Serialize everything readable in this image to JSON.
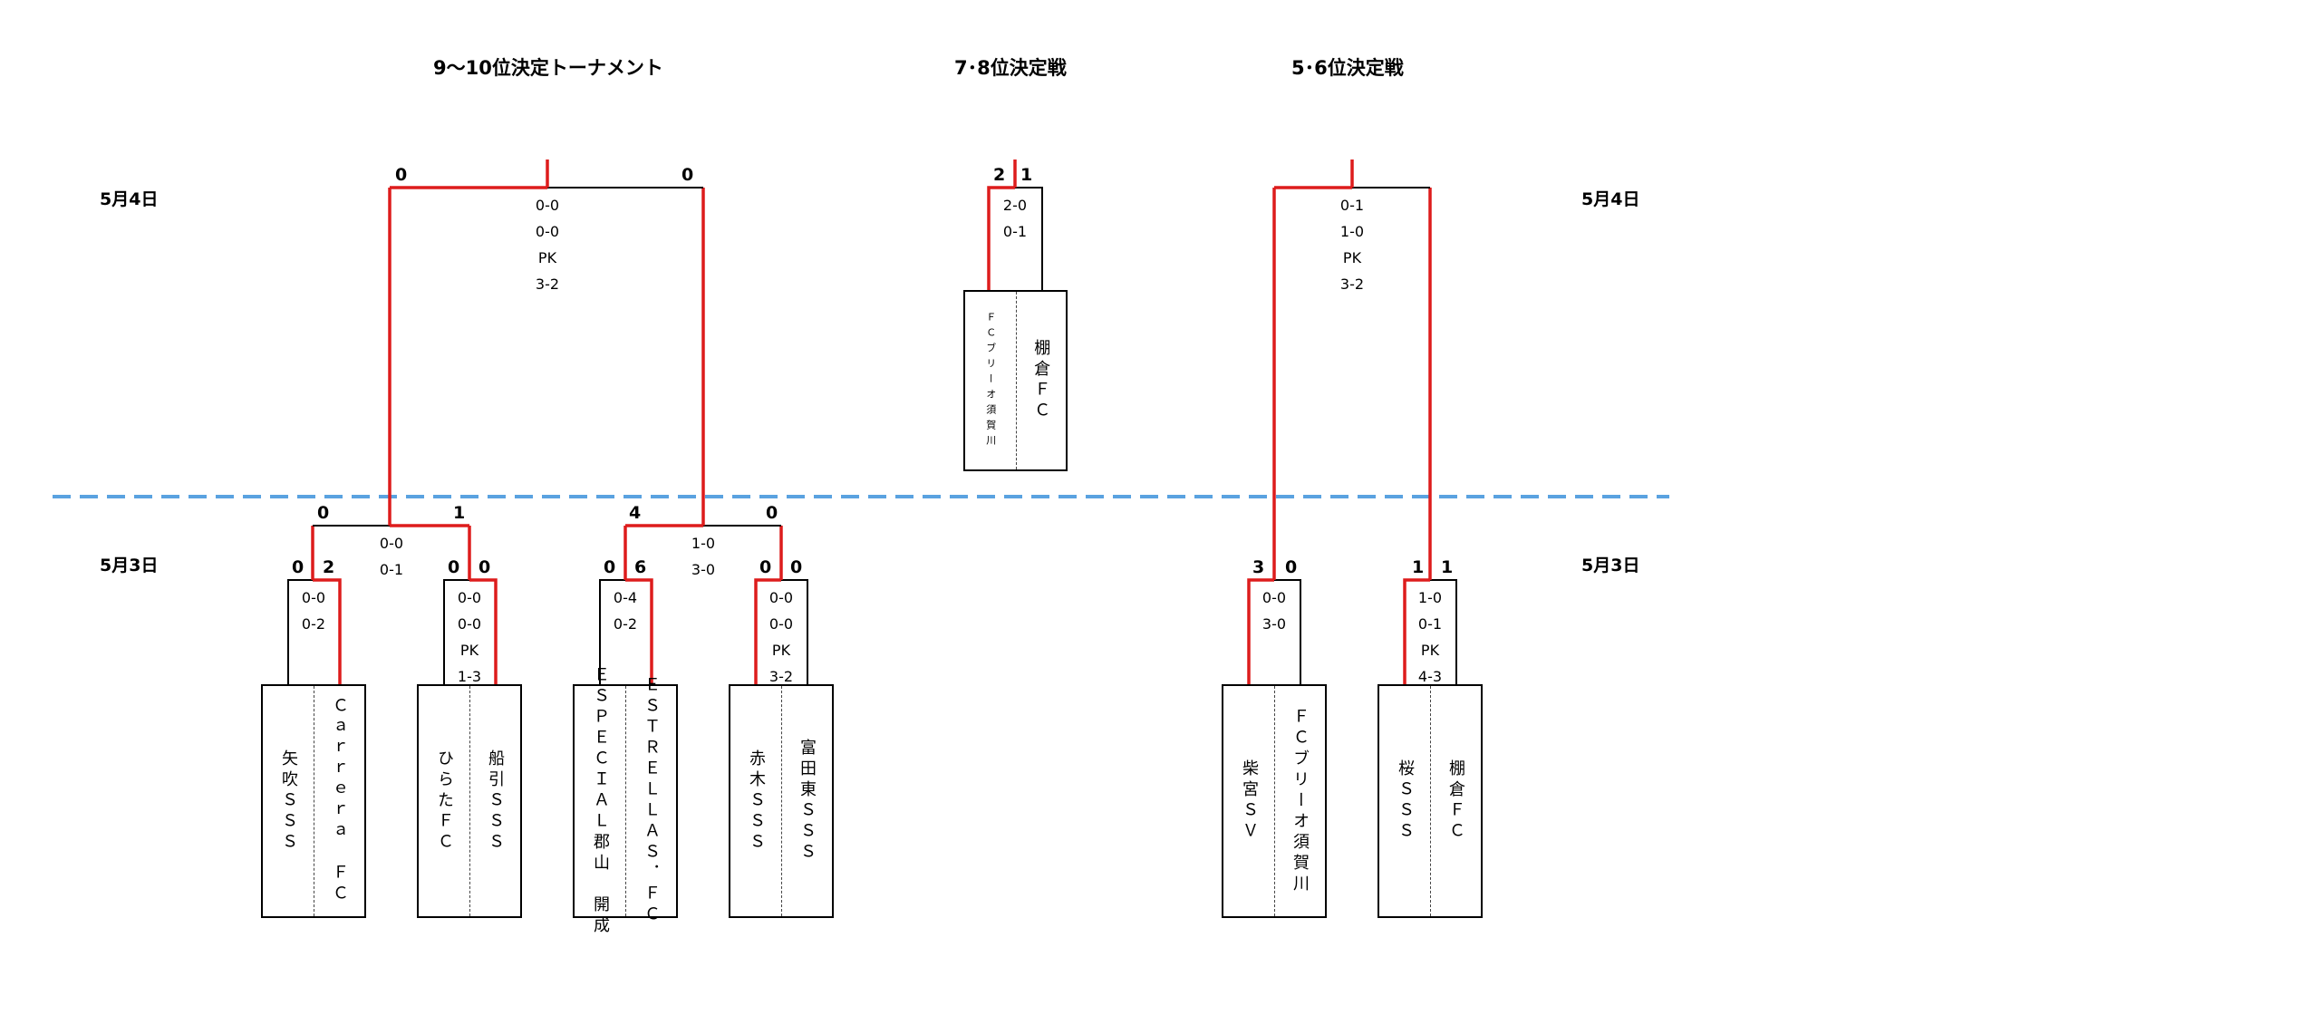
{
  "titles": {
    "t1": "9～10位決定トーナメント",
    "t2": "7･8位決定戦",
    "t3": "5･6位決定戦"
  },
  "dates": {
    "day2_left": "5月4日",
    "day2_right": "5月4日",
    "day1_left": "5月3日",
    "day1_right": "5月3日"
  },
  "teams": [
    {
      "name": "矢吹ＳＳＳ"
    },
    {
      "name": "Ｃａｒｒｅｒａ　ＦＣ"
    },
    {
      "name": "ひらたＦＣ"
    },
    {
      "name": "船引ＳＳＳ"
    },
    {
      "name": "ＥＳＰＥＣＩＡＬ郡山　開成"
    },
    {
      "name": "ＥＳＴＲＥＬＬＡＳ．ＦＣ"
    },
    {
      "name": "赤木ＳＳＳ"
    },
    {
      "name": "富田東ＳＳＳ"
    },
    {
      "name": "ＦＣブリーオ須賀川"
    },
    {
      "name": "棚倉ＦＣ"
    },
    {
      "name": "柴宮ＳＶ"
    },
    {
      "name": "ＦＣブリーオ須賀川"
    },
    {
      "name": "桜ＳＳＳ"
    },
    {
      "name": "棚倉ＦＣ"
    }
  ],
  "scores": {
    "m1": [
      "0",
      "2"
    ],
    "m2": [
      "0",
      "0"
    ],
    "m3": [
      "0",
      "6"
    ],
    "m4": [
      "0",
      "0"
    ],
    "semi_a": [
      "0",
      "1"
    ],
    "semi_b": [
      "4",
      "0"
    ],
    "final_910": [
      "0",
      "0"
    ],
    "m78": [
      "2",
      "1"
    ],
    "s1": [
      "3",
      "0"
    ],
    "s2": [
      "1",
      "1"
    ]
  },
  "results": {
    "m1": "0-0\n0-2",
    "m2": "0-0\n0-0\nPK\n1-3",
    "m3": "0-4\n0-2",
    "m4": "0-0\n0-0\nPK\n3-2",
    "semi_a": "0-0\n0-1",
    "semi_b": "1-0\n3-0",
    "final_910": "0-0\n0-0\nPK\n3-2",
    "m78": "2-0\n0-1",
    "s1": "0-0\n3-0",
    "s2": "1-0\n0-1\nPK\n4-3",
    "final_56": "0-1\n1-0\nPK\n3-2"
  },
  "colors": {
    "winner_line": "#dd1c1c",
    "normal_line": "#000000",
    "day_separator": "#5aa2e0"
  }
}
